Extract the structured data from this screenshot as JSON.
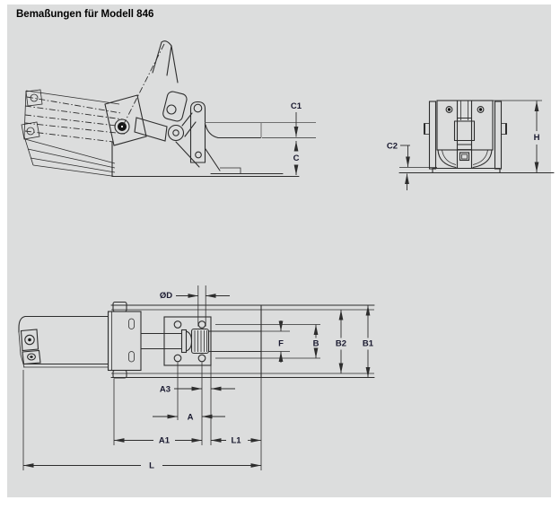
{
  "title": "Bemaßungen für Modell 846",
  "labels": {
    "c1": "C1",
    "c": "C",
    "c2": "C2",
    "h": "H",
    "dia_d": "ØD",
    "f": "F",
    "b": "B",
    "b2": "B2",
    "b1": "B1",
    "a3": "A3",
    "a": "A",
    "a1": "A1",
    "l1": "L1",
    "l": "L"
  },
  "colors": {
    "panel_bg": "#dcdddd",
    "line": "#2d2d2d",
    "label": "#1a1a30"
  }
}
